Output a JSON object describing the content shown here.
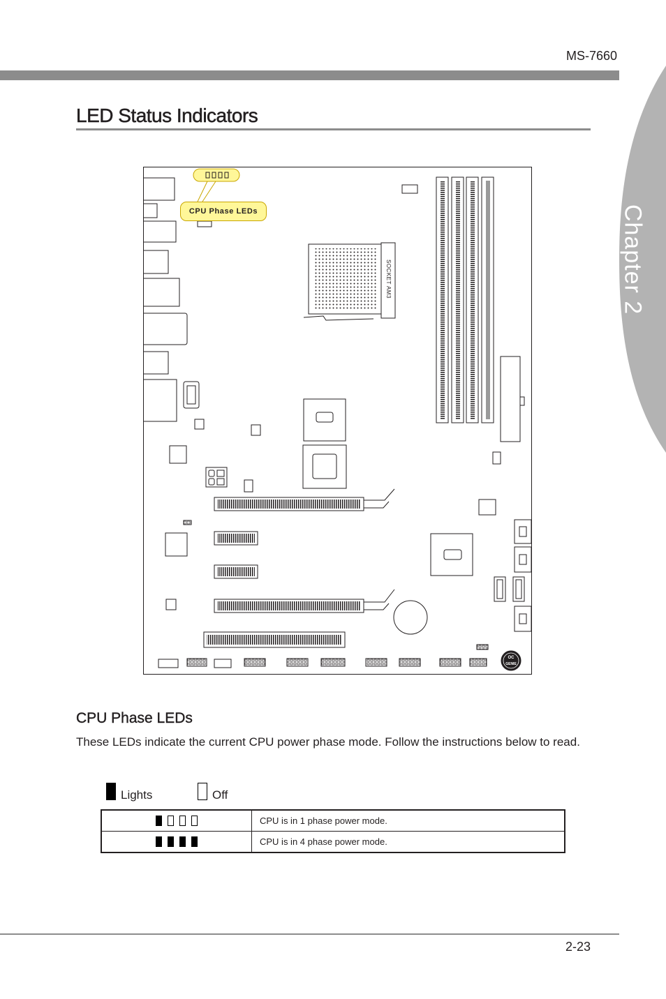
{
  "header": {
    "model": "MS-7660",
    "chapter_tab": "Chapter 2"
  },
  "page": {
    "title": "LED Status Indicators",
    "number": "2-23"
  },
  "diagram": {
    "callout_label": "CPU Phase LEDs",
    "socket_label": "SOCKET AM3",
    "oc_badge_line1": "OC",
    "oc_badge_line2": "GENIE"
  },
  "section": {
    "title": "CPU Phase LEDs",
    "description": "These LEDs indicate the current CPU power phase mode. Follow the instructions below to read."
  },
  "legend": {
    "lights_label": "Lights",
    "off_label": "Off"
  },
  "led_table": {
    "rows": [
      {
        "leds": [
          true,
          false,
          false,
          false
        ],
        "description": "CPU is in 1 phase power mode."
      },
      {
        "leds": [
          true,
          true,
          true,
          true
        ],
        "description": "CPU is in 4 phase power mode."
      }
    ]
  },
  "colors": {
    "rule_gray": "#8c8c8c",
    "callout_fill": "#fff799",
    "tab_gray": "#b3b3b3"
  }
}
